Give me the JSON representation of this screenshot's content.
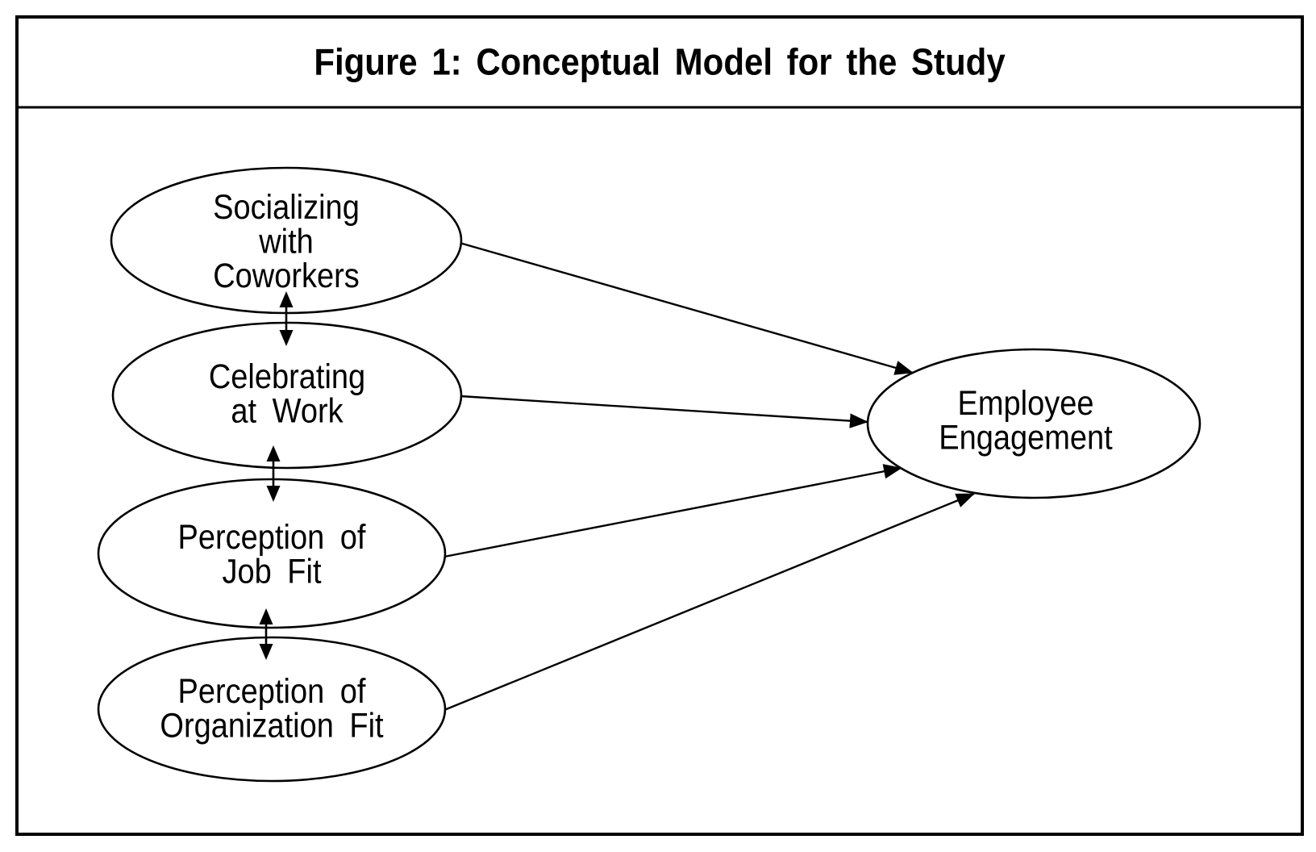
{
  "figure": {
    "title": "Figure 1: Conceptual Model for the Study"
  },
  "diagram": {
    "nodes": [
      {
        "id": "socializing-with-coworkers",
        "label": "Socializing\nwith\nCoworkers"
      },
      {
        "id": "celebrating-at-work",
        "label": "Celebrating\nat Work"
      },
      {
        "id": "perception-of-job-fit",
        "label": "Perception of\nJob Fit"
      },
      {
        "id": "perception-of-organization-fit",
        "label": "Perception of\nOrganization Fit"
      },
      {
        "id": "employee-engagement",
        "label": "Employee\nEngagement"
      }
    ],
    "edges": [
      {
        "from": "socializing-with-coworkers",
        "to": "employee-engagement",
        "style": "single-arrow"
      },
      {
        "from": "celebrating-at-work",
        "to": "employee-engagement",
        "style": "single-arrow"
      },
      {
        "from": "perception-of-job-fit",
        "to": "employee-engagement",
        "style": "single-arrow"
      },
      {
        "from": "perception-of-organization-fit",
        "to": "employee-engagement",
        "style": "single-arrow"
      },
      {
        "from": "socializing-with-coworkers",
        "to": "celebrating-at-work",
        "style": "double-arrow"
      },
      {
        "from": "celebrating-at-work",
        "to": "perception-of-job-fit",
        "style": "double-arrow"
      },
      {
        "from": "perception-of-job-fit",
        "to": "perception-of-organization-fit",
        "style": "double-arrow"
      }
    ],
    "colors": {
      "stroke": "#000000",
      "node_fill": "#ffffff",
      "background": "#ffffff",
      "text": "#000000"
    }
  }
}
